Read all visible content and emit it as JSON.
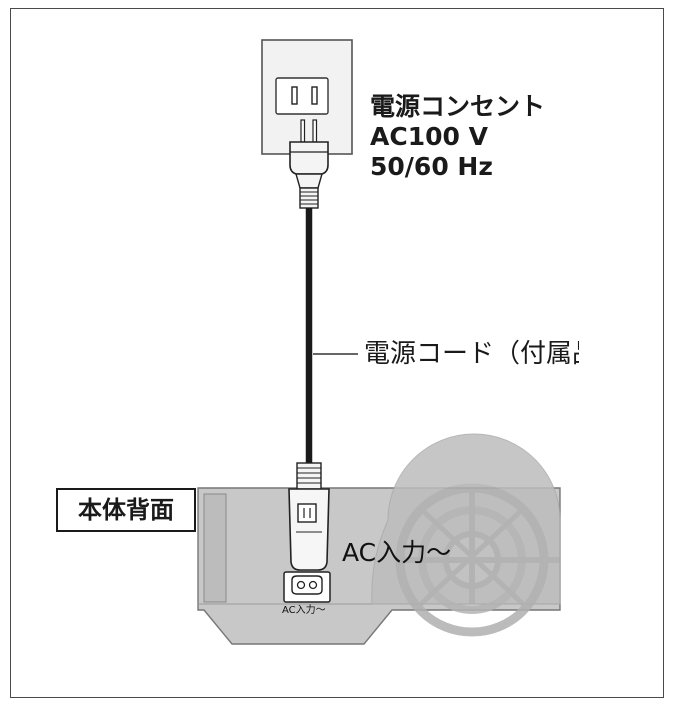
{
  "outlet": {
    "name": "電源コンセント",
    "voltage": "AC100 V",
    "frequency": "50/60 Hz"
  },
  "cord": {
    "label": "電源コード（付属品）"
  },
  "rear": {
    "title": "本体背面",
    "ac_input_label": "AC入力～",
    "ac_input_small_label": "AC入力～"
  },
  "colors": {
    "device_body": "#c8c8c8",
    "wall_plate": "#f2f2f2",
    "cord": "#1a1a1a",
    "frame": "#4a4a4a"
  }
}
